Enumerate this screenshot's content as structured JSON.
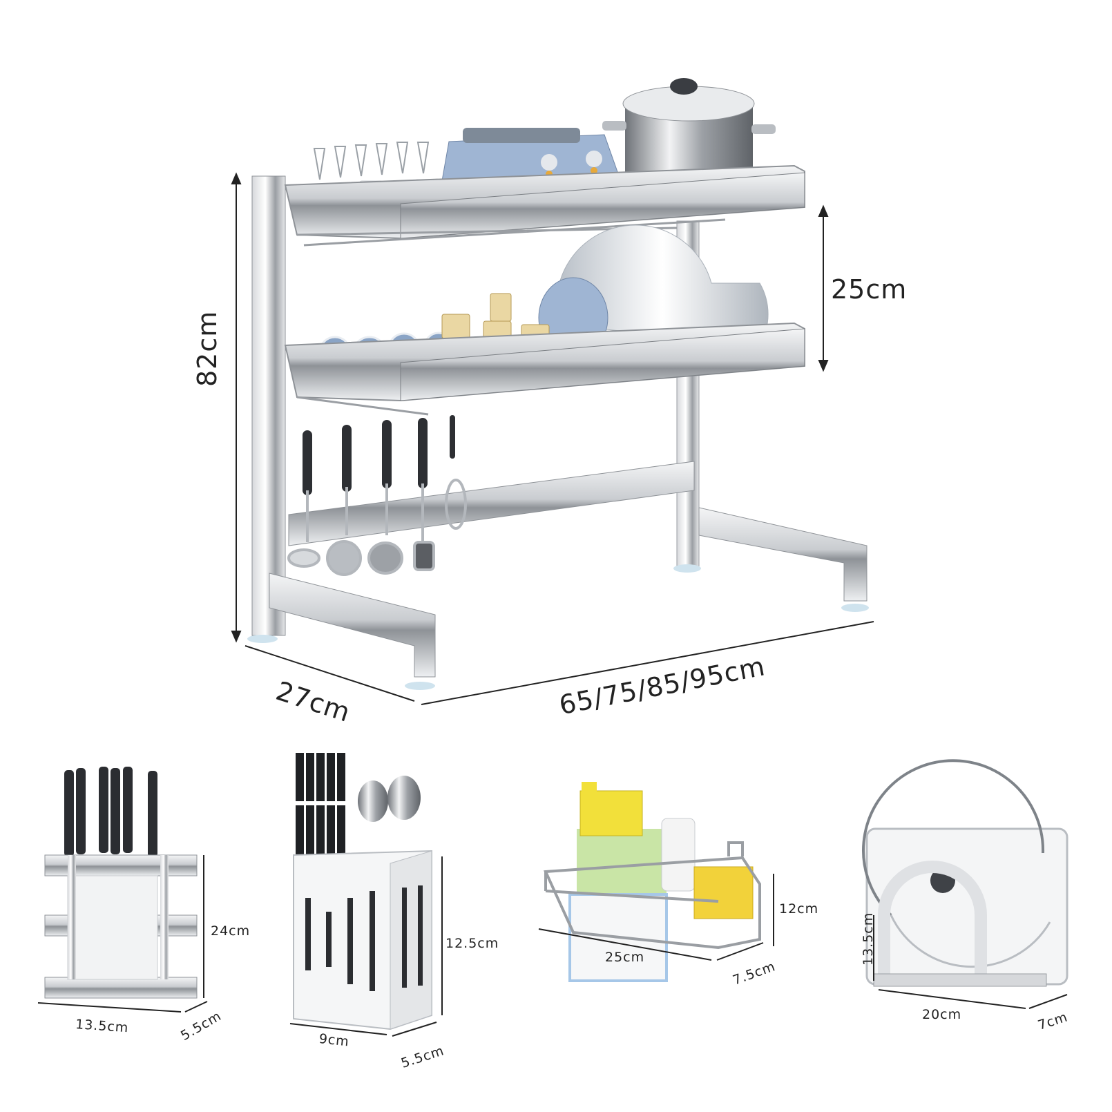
{
  "main_rack": {
    "height": "82cm",
    "shelf_gap": "25cm",
    "depth": "27cm",
    "widths": "65/75/85/95cm"
  },
  "knife_holder": {
    "height": "24cm",
    "width": "13.5cm",
    "depth": "5.5cm"
  },
  "utensil_holder": {
    "height": "12.5cm",
    "width": "9cm",
    "depth": "5.5cm"
  },
  "sponge_basket": {
    "height": "12cm",
    "width": "25cm",
    "depth": "7.5cm"
  },
  "lid_rack": {
    "height": "13.5cm",
    "width": "20cm",
    "depth": "7cm"
  },
  "colors": {
    "steel_light": "#e6e8ea",
    "steel_dark": "#6d7177",
    "accent_blue": "#8fa8c8",
    "yellow": "#f2e03a"
  }
}
